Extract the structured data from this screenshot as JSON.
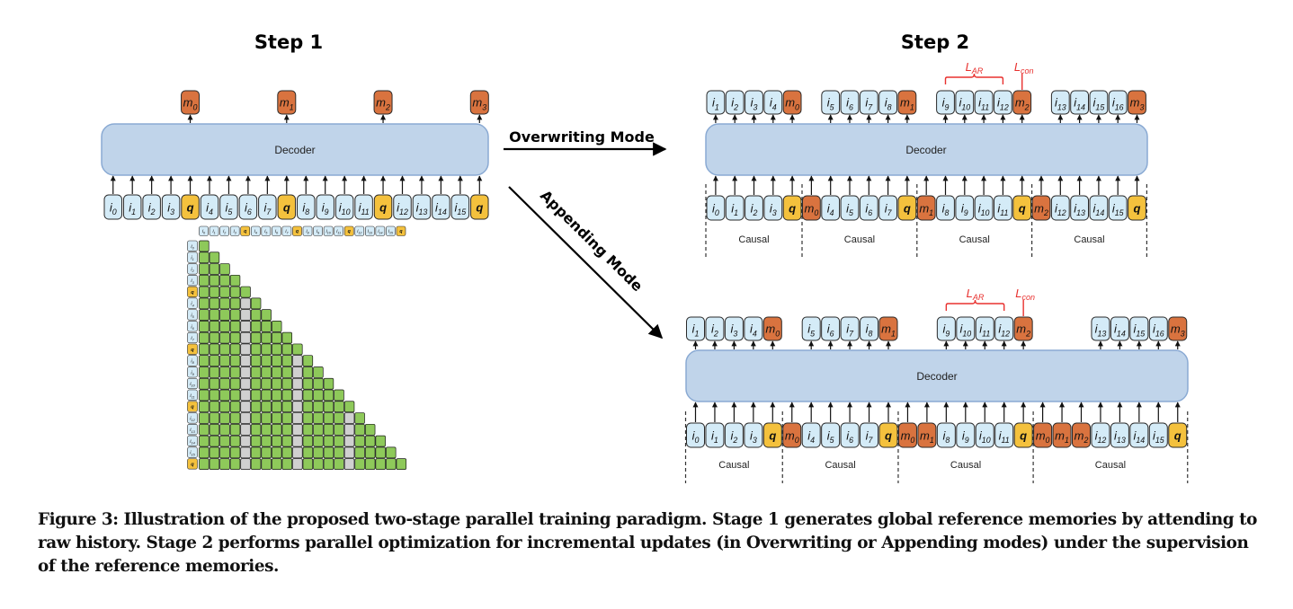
{
  "colors": {
    "input_fill": "#d4ebf7",
    "query_fill": "#f4c13d",
    "memory_fill": "#d9733f",
    "decoder_fill": "#c0d4ea",
    "decoder_stroke": "#8aaad3",
    "mask_attend": "#8ec95a",
    "mask_blocked": "#d0d0d0",
    "loss_red": "#e8312f"
  },
  "step1": {
    "title": "Step 1",
    "decoder_label": "Decoder",
    "inputs": [
      {
        "type": "i",
        "sub": "0"
      },
      {
        "type": "i",
        "sub": "1"
      },
      {
        "type": "i",
        "sub": "2"
      },
      {
        "type": "i",
        "sub": "3"
      },
      {
        "type": "q",
        "sub": ""
      },
      {
        "type": "i",
        "sub": "4"
      },
      {
        "type": "i",
        "sub": "5"
      },
      {
        "type": "i",
        "sub": "6"
      },
      {
        "type": "i",
        "sub": "7"
      },
      {
        "type": "q",
        "sub": ""
      },
      {
        "type": "i",
        "sub": "8"
      },
      {
        "type": "i",
        "sub": "9"
      },
      {
        "type": "i",
        "sub": "10"
      },
      {
        "type": "i",
        "sub": "11"
      },
      {
        "type": "q",
        "sub": ""
      },
      {
        "type": "i",
        "sub": "12"
      },
      {
        "type": "i",
        "sub": "13"
      },
      {
        "type": "i",
        "sub": "14"
      },
      {
        "type": "i",
        "sub": "15"
      },
      {
        "type": "q",
        "sub": ""
      }
    ],
    "outputs": [
      {
        "type": "m",
        "sub": "0",
        "at_input": 4
      },
      {
        "type": "m",
        "sub": "1",
        "at_input": 9
      },
      {
        "type": "m",
        "sub": "2",
        "at_input": 14
      },
      {
        "type": "m",
        "sub": "3",
        "at_input": 19
      }
    ],
    "mask": {
      "description": "lower-triangular causal mask; earlier q columns blocked for later rows",
      "blocked_query_columns": [
        4,
        9,
        14
      ]
    }
  },
  "step2": {
    "title": "Step 2",
    "overwriting": {
      "mode_label": "Overwriting Mode",
      "decoder_label": "Decoder",
      "inputs": [
        {
          "type": "i",
          "sub": "0"
        },
        {
          "type": "i",
          "sub": "1"
        },
        {
          "type": "i",
          "sub": "2"
        },
        {
          "type": "i",
          "sub": "3"
        },
        {
          "type": "q",
          "sub": ""
        },
        {
          "type": "m",
          "sub": "0"
        },
        {
          "type": "i",
          "sub": "4"
        },
        {
          "type": "i",
          "sub": "5"
        },
        {
          "type": "i",
          "sub": "6"
        },
        {
          "type": "i",
          "sub": "7"
        },
        {
          "type": "q",
          "sub": ""
        },
        {
          "type": "m",
          "sub": "1"
        },
        {
          "type": "i",
          "sub": "8"
        },
        {
          "type": "i",
          "sub": "9"
        },
        {
          "type": "i",
          "sub": "10"
        },
        {
          "type": "i",
          "sub": "11"
        },
        {
          "type": "q",
          "sub": ""
        },
        {
          "type": "m",
          "sub": "2"
        },
        {
          "type": "i",
          "sub": "12"
        },
        {
          "type": "i",
          "sub": "13"
        },
        {
          "type": "i",
          "sub": "14"
        },
        {
          "type": "i",
          "sub": "15"
        },
        {
          "type": "q",
          "sub": ""
        }
      ],
      "segment_breaks": [
        5,
        11,
        17
      ],
      "segment_label": "Causal",
      "output_groups": [
        {
          "from_input": 0,
          "tokens": [
            {
              "type": "i",
              "sub": "1"
            },
            {
              "type": "i",
              "sub": "2"
            },
            {
              "type": "i",
              "sub": "3"
            },
            {
              "type": "i",
              "sub": "4"
            },
            {
              "type": "m",
              "sub": "0"
            }
          ]
        },
        {
          "from_input": 6,
          "tokens": [
            {
              "type": "i",
              "sub": "5"
            },
            {
              "type": "i",
              "sub": "6"
            },
            {
              "type": "i",
              "sub": "7"
            },
            {
              "type": "i",
              "sub": "8"
            },
            {
              "type": "m",
              "sub": "1"
            }
          ]
        },
        {
          "from_input": 12,
          "tokens": [
            {
              "type": "i",
              "sub": "9"
            },
            {
              "type": "i",
              "sub": "10"
            },
            {
              "type": "i",
              "sub": "11"
            },
            {
              "type": "i",
              "sub": "12"
            },
            {
              "type": "m",
              "sub": "2"
            }
          ],
          "losses": true
        },
        {
          "from_input": 18,
          "tokens": [
            {
              "type": "i",
              "sub": "13"
            },
            {
              "type": "i",
              "sub": "14"
            },
            {
              "type": "i",
              "sub": "15"
            },
            {
              "type": "i",
              "sub": "16"
            },
            {
              "type": "m",
              "sub": "3"
            }
          ]
        }
      ],
      "loss_ar": {
        "main": "L",
        "sub": "AR"
      },
      "loss_con": {
        "main": "L",
        "sub": "con"
      }
    },
    "appending": {
      "mode_label": "Appending Mode",
      "decoder_label": "Decoder",
      "inputs": [
        {
          "type": "i",
          "sub": "0"
        },
        {
          "type": "i",
          "sub": "1"
        },
        {
          "type": "i",
          "sub": "2"
        },
        {
          "type": "i",
          "sub": "3"
        },
        {
          "type": "q",
          "sub": ""
        },
        {
          "type": "m",
          "sub": "0"
        },
        {
          "type": "i",
          "sub": "4"
        },
        {
          "type": "i",
          "sub": "5"
        },
        {
          "type": "i",
          "sub": "6"
        },
        {
          "type": "i",
          "sub": "7"
        },
        {
          "type": "q",
          "sub": ""
        },
        {
          "type": "m",
          "sub": "0"
        },
        {
          "type": "m",
          "sub": "1"
        },
        {
          "type": "i",
          "sub": "8"
        },
        {
          "type": "i",
          "sub": "9"
        },
        {
          "type": "i",
          "sub": "10"
        },
        {
          "type": "i",
          "sub": "11"
        },
        {
          "type": "q",
          "sub": ""
        },
        {
          "type": "m",
          "sub": "0"
        },
        {
          "type": "m",
          "sub": "1"
        },
        {
          "type": "m",
          "sub": "2"
        },
        {
          "type": "i",
          "sub": "12"
        },
        {
          "type": "i",
          "sub": "13"
        },
        {
          "type": "i",
          "sub": "14"
        },
        {
          "type": "i",
          "sub": "15"
        },
        {
          "type": "q",
          "sub": ""
        }
      ],
      "segment_breaks": [
        5,
        11,
        18
      ],
      "segment_label": "Causal",
      "output_groups": [
        {
          "from_input": 0,
          "tokens": [
            {
              "type": "i",
              "sub": "1"
            },
            {
              "type": "i",
              "sub": "2"
            },
            {
              "type": "i",
              "sub": "3"
            },
            {
              "type": "i",
              "sub": "4"
            },
            {
              "type": "m",
              "sub": "0"
            }
          ]
        },
        {
          "from_input": 6,
          "tokens": [
            {
              "type": "i",
              "sub": "5"
            },
            {
              "type": "i",
              "sub": "6"
            },
            {
              "type": "i",
              "sub": "7"
            },
            {
              "type": "i",
              "sub": "8"
            },
            {
              "type": "m",
              "sub": "1"
            }
          ]
        },
        {
          "from_input": 13,
          "tokens": [
            {
              "type": "i",
              "sub": "9"
            },
            {
              "type": "i",
              "sub": "10"
            },
            {
              "type": "i",
              "sub": "11"
            },
            {
              "type": "i",
              "sub": "12"
            },
            {
              "type": "m",
              "sub": "2"
            }
          ],
          "losses": true
        },
        {
          "from_input": 21,
          "tokens": [
            {
              "type": "i",
              "sub": "13"
            },
            {
              "type": "i",
              "sub": "14"
            },
            {
              "type": "i",
              "sub": "15"
            },
            {
              "type": "i",
              "sub": "16"
            },
            {
              "type": "m",
              "sub": "3"
            }
          ]
        }
      ],
      "loss_ar": {
        "main": "L",
        "sub": "AR"
      },
      "loss_con": {
        "main": "L",
        "sub": "con"
      }
    }
  },
  "caption": "Figure 3: Illustration of the proposed two-stage parallel training paradigm. Stage 1 generates global reference memories by attending to raw history. Stage 2 performs parallel optimization for incremental updates (in Overwriting or Appending modes) under the supervision of the reference memories."
}
